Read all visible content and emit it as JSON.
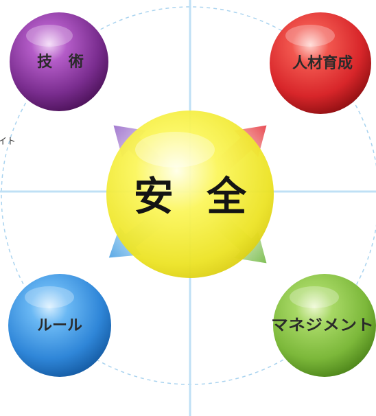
{
  "center": {
    "label": "安 全",
    "color": "#f2ec3a"
  },
  "nodes": [
    {
      "id": "technology",
      "label": "技 術",
      "color": "#7a2d8f",
      "icon": "sphere-purple"
    },
    {
      "id": "training",
      "label": "人材育成",
      "color": "#d8262a",
      "icon": "sphere-red"
    },
    {
      "id": "rules",
      "label": "ルール",
      "color": "#2f86d8",
      "icon": "sphere-blue"
    },
    {
      "id": "management",
      "label": "マネジメント",
      "color": "#7cb83a",
      "icon": "sphere-green"
    }
  ],
  "left_fragment": "イト",
  "guide_color": "#a9d3ef"
}
